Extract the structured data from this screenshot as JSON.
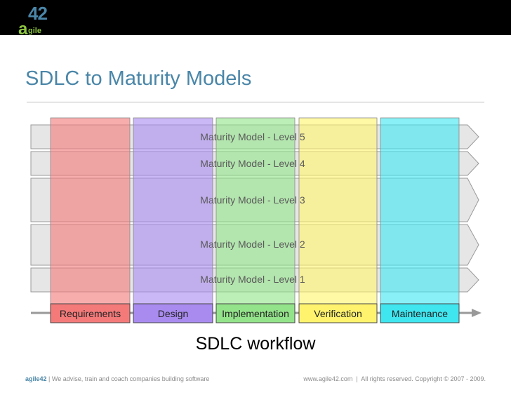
{
  "logo": {
    "number": "42",
    "word_start": "a",
    "word_end": "gile"
  },
  "title": "SDLC to Maturity Models",
  "levels": [
    {
      "label": "Maturity Model - Level 5"
    },
    {
      "label": "Maturity Model - Level 4"
    },
    {
      "label": "Maturity Model - Level 3"
    },
    {
      "label": "Maturity Model - Level 2"
    },
    {
      "label": "Maturity Model - Level 1"
    }
  ],
  "phases": [
    {
      "label": "Requirements",
      "color": "#f47a7a"
    },
    {
      "label": "Design",
      "color": "#a98bf0"
    },
    {
      "label": "Implementation",
      "color": "#93e38a"
    },
    {
      "label": "Verification",
      "color": "#fff36e"
    },
    {
      "label": "Maintenance",
      "color": "#3fe6f0"
    }
  ],
  "workflow_label": "SDLC workflow",
  "footer": {
    "brand": "agile42",
    "tagline": "We advise, train and coach companies building software",
    "website": "www.agile42.com",
    "copyright": "All rights reserved. Copyright © 2007 - 2009."
  }
}
